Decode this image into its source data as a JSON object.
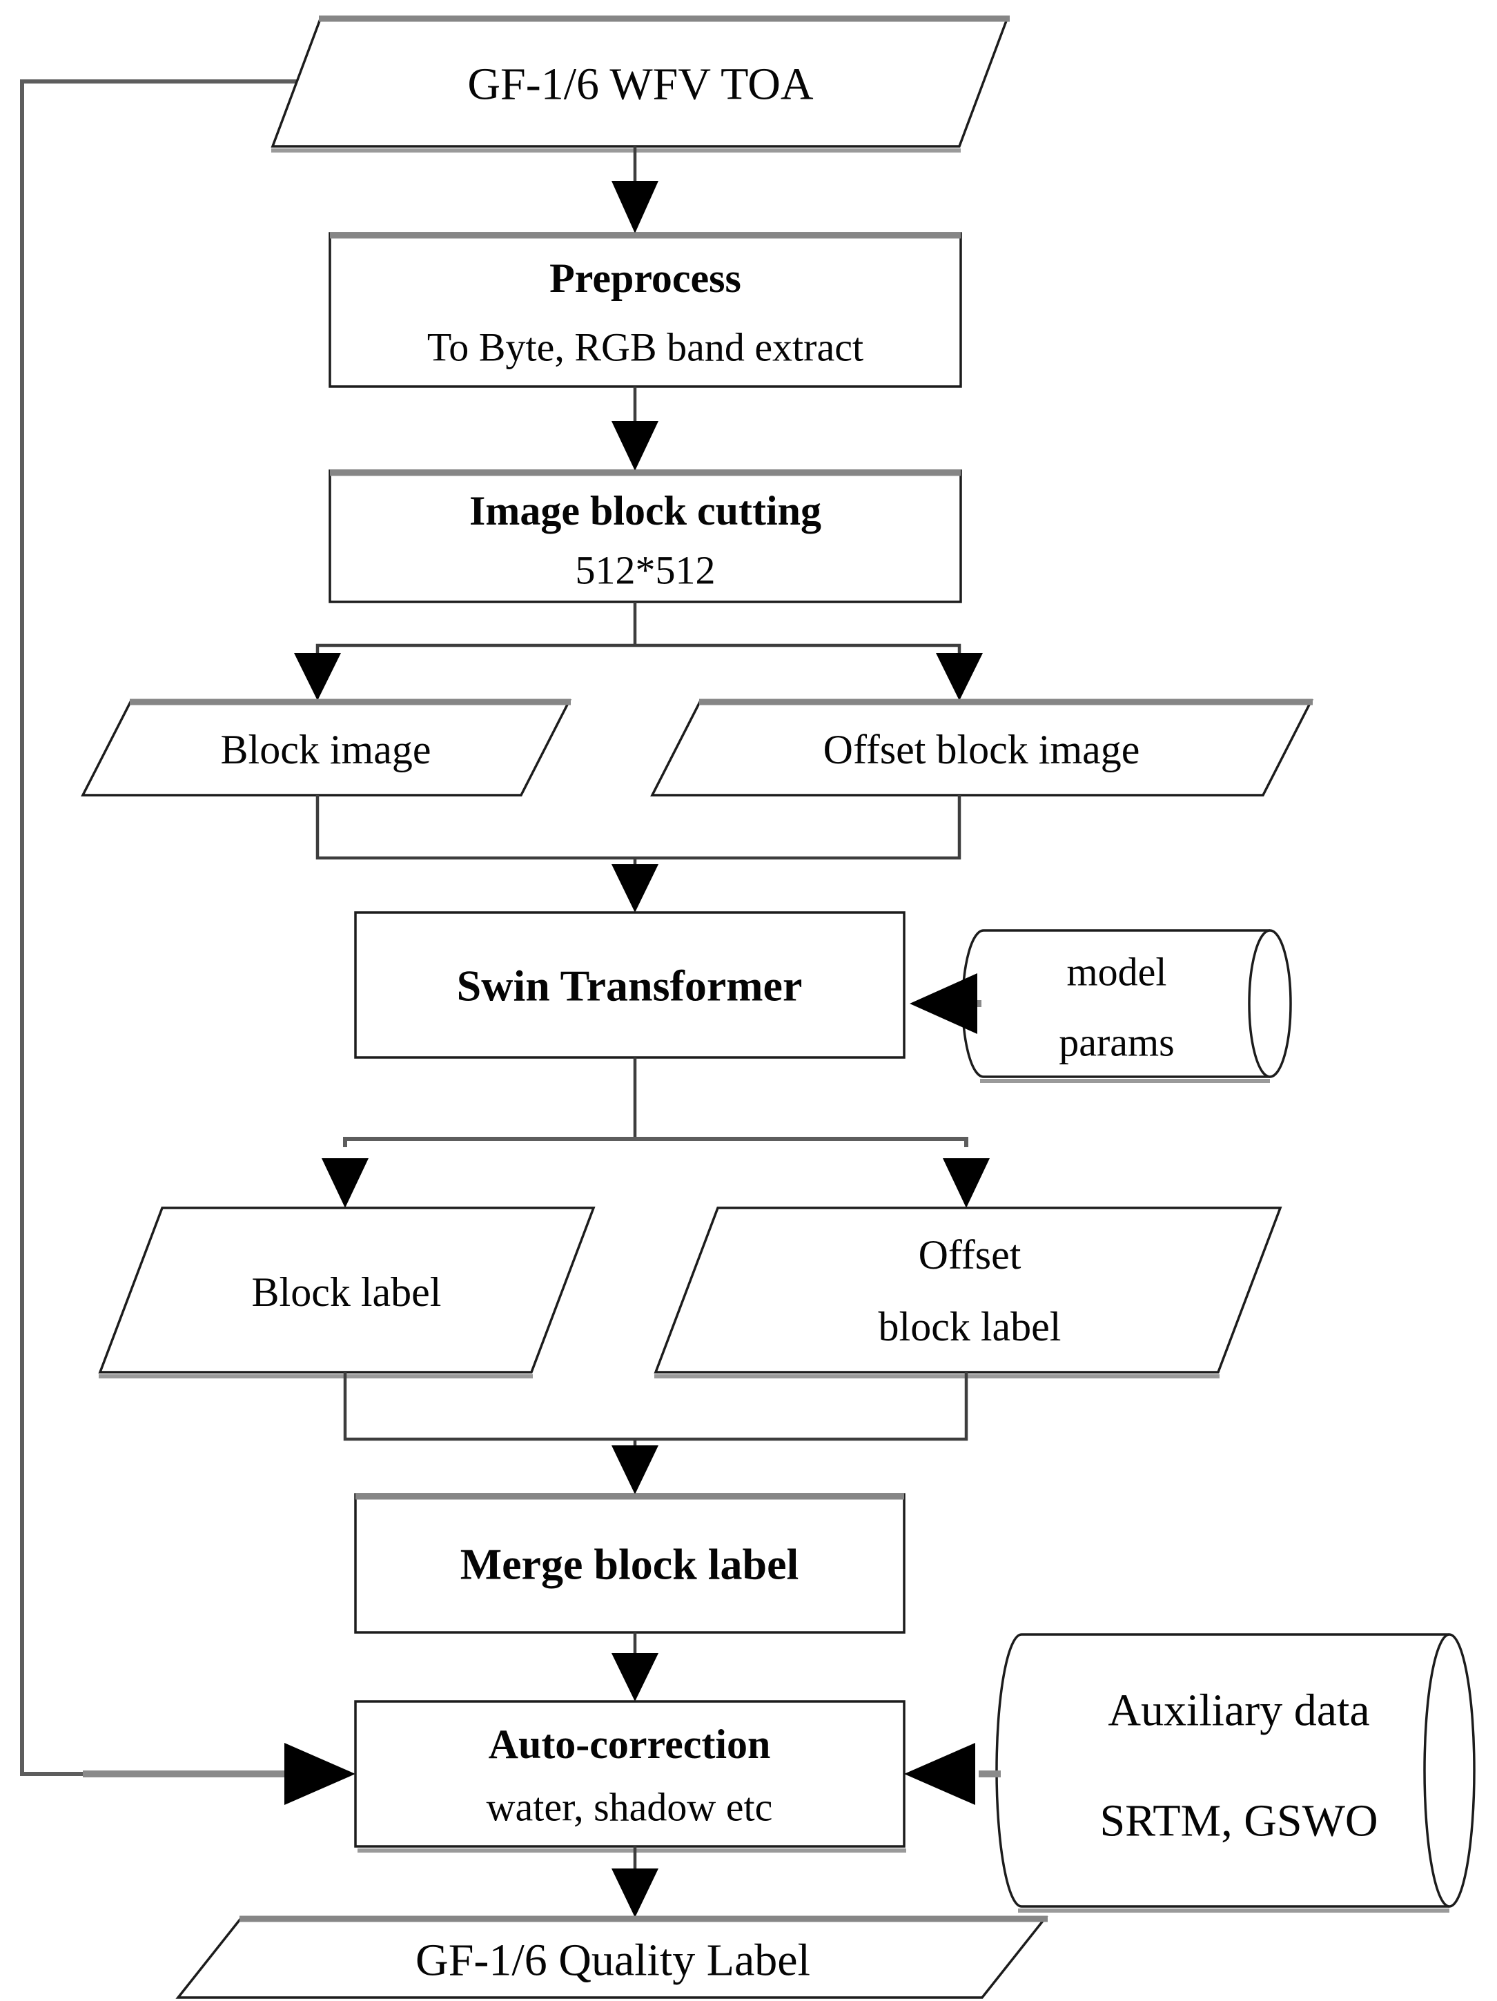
{
  "diagram": {
    "kind": "flowchart",
    "description": "Processing pipeline from GF-1/6 WFV TOA imagery to GF-1/6 Quality Label",
    "colors": {
      "background": "#ffffff",
      "shape_fill": "#ffffff",
      "shape_stroke": "#1c1c1c",
      "edge_shadow_gray": "#868686",
      "connector": "#3d3d3d",
      "arrowhead": "#000000",
      "text": "#050505"
    }
  },
  "nodes": {
    "input_toa": {
      "shape": "parallelogram",
      "role": "data-input",
      "label": "GF-1/6 WFV TOA"
    },
    "preprocess": {
      "shape": "rectangle",
      "role": "process",
      "title": "Preprocess",
      "subtitle": "To Byte, RGB band extract"
    },
    "block_cutting": {
      "shape": "rectangle",
      "role": "process",
      "title": "Image block cutting",
      "subtitle": "512*512"
    },
    "block_image": {
      "shape": "parallelogram",
      "role": "data",
      "label": "Block image"
    },
    "offset_block_image": {
      "shape": "parallelogram",
      "role": "data",
      "label": "Offset block image"
    },
    "swin_transformer": {
      "shape": "rectangle",
      "role": "process",
      "title": "Swin Transformer"
    },
    "model_params": {
      "shape": "stored-data-cylinder",
      "role": "stored-data",
      "line1": "model",
      "line2": "params"
    },
    "block_label": {
      "shape": "parallelogram",
      "role": "data",
      "label": "Block label"
    },
    "offset_block_label": {
      "shape": "parallelogram",
      "role": "data",
      "line1": "Offset",
      "line2": "block label"
    },
    "merge_block_label": {
      "shape": "rectangle",
      "role": "process",
      "title": "Merge block label"
    },
    "auto_correction": {
      "shape": "rectangle",
      "role": "process",
      "title": "Auto-correction",
      "subtitle": "water, shadow etc"
    },
    "auxiliary_data": {
      "shape": "stored-data-cylinder",
      "role": "stored-data",
      "line1": "Auxiliary data",
      "line2": "SRTM, GSWO"
    },
    "output_quality": {
      "shape": "parallelogram",
      "role": "data-output",
      "label": "GF-1/6 Quality Label"
    }
  },
  "edges": [
    "input_toa -> preprocess",
    "preprocess -> block_cutting",
    "block_cutting -> block_image",
    "block_cutting -> offset_block_image",
    "block_image -> swin_transformer",
    "offset_block_image -> swin_transformer",
    "model_params -> swin_transformer",
    "swin_transformer -> block_label",
    "swin_transformer -> offset_block_label",
    "block_label -> merge_block_label",
    "offset_block_label -> merge_block_label",
    "merge_block_label -> auto_correction",
    "auxiliary_data -> auto_correction",
    "input_toa -> auto_correction",
    "auto_correction -> output_quality"
  ]
}
